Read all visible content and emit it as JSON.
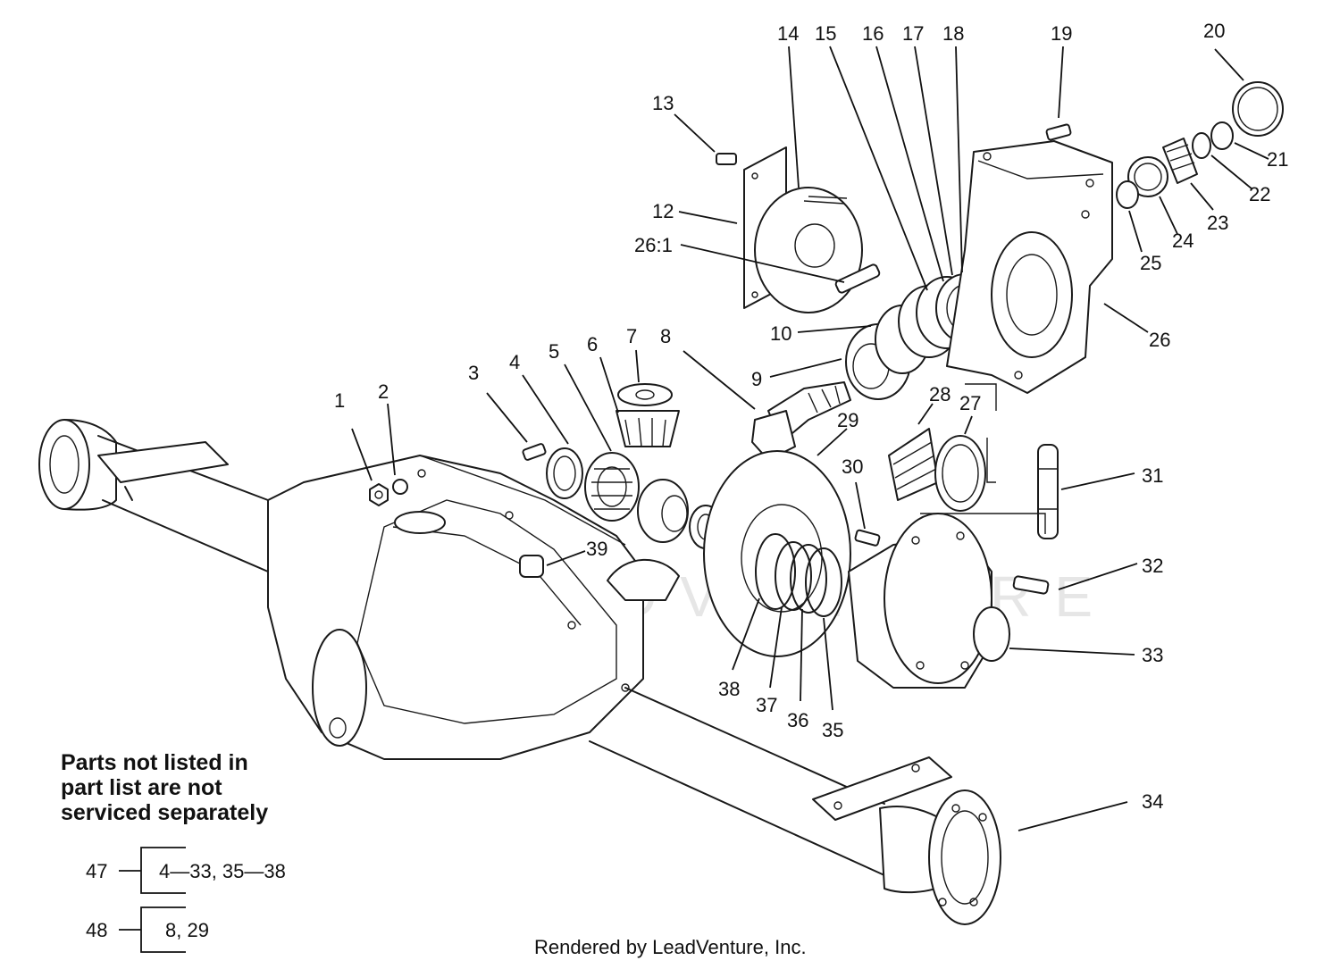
{
  "watermark": "LEADVENTURE",
  "note": {
    "line1": "Parts not listed in",
    "line2": "part list are not",
    "line3": "serviced separately"
  },
  "kits": [
    {
      "number": "47",
      "range": "4—33, 35—38"
    },
    {
      "number": "48",
      "range": "8, 29"
    }
  ],
  "footer": "Rendered by LeadVenture, Inc.",
  "callouts": [
    "1",
    "2",
    "3",
    "4",
    "5",
    "6",
    "7",
    "8",
    "9",
    "10",
    "12",
    "13",
    "14",
    "15",
    "16",
    "17",
    "18",
    "19",
    "20",
    "21",
    "22",
    "23",
    "24",
    "25",
    "26",
    "26:1",
    "27",
    "28",
    "29",
    "30",
    "31",
    "32",
    "33",
    "34",
    "35",
    "36",
    "37",
    "38",
    "39"
  ]
}
